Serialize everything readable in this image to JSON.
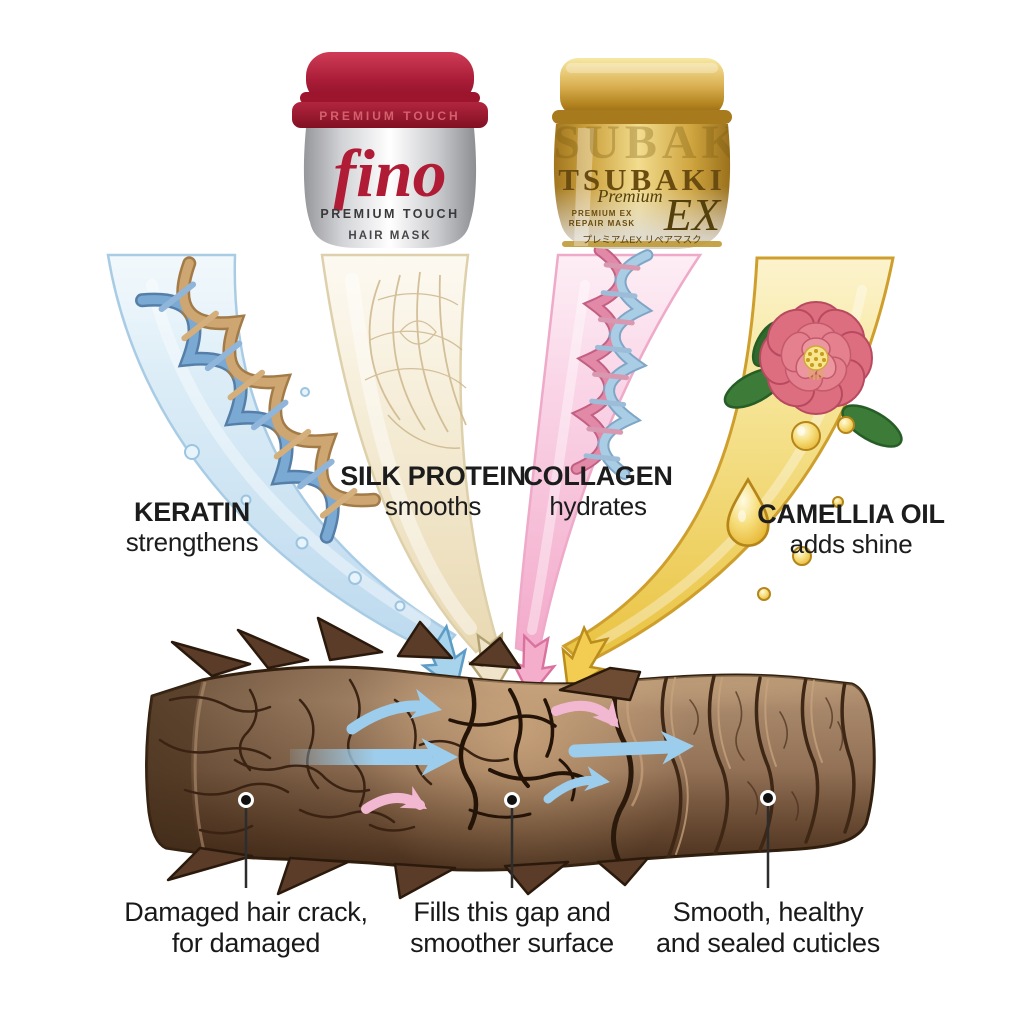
{
  "products": {
    "fino": {
      "cap_ring_text": "PREMIUM TOUCH",
      "logo": "fino",
      "subtitle": "PREMIUM TOUCH",
      "type_label": "HAIR MASK"
    },
    "tsubaki": {
      "ghost_text": "TSUBAKI",
      "brand": "TSUBAKI",
      "premium_script": "Premium",
      "ex_label": "EX",
      "small_line1": "PREMIUM EX",
      "small_line2": "REPAIR MASK",
      "jp_line": "プレミアムEX リペアマスク"
    }
  },
  "ingredients": [
    {
      "name": "KERATIN",
      "benefit": "strengthens",
      "icon": "dna-helix-icon",
      "stream_color": "#bcd9ee"
    },
    {
      "name": "SILK PROTEIN",
      "benefit": "smooths",
      "icon": "silk-fiber-icon",
      "stream_color": "#ecdcb8"
    },
    {
      "name": "COLLAGEN",
      "benefit": "hydrates",
      "icon": "collagen-helix-icon",
      "stream_color": "#f5b3cf"
    },
    {
      "name": "CAMELLIA OIL",
      "benefit": "adds shine",
      "icon": "camellia-flower-icon",
      "stream_color": "#edc94e"
    }
  ],
  "hair_callouts": [
    {
      "line1": "Damaged hair crack,",
      "line2": "for damaged"
    },
    {
      "line1": "Fills this gap and",
      "line2": "smoother surface"
    },
    {
      "line1": "Smooth, healthy",
      "line2": "and sealed cuticles"
    }
  ],
  "colors": {
    "background": "#ffffff",
    "fino_red": "#b01c36",
    "tsubaki_gold": "#c9a23c",
    "keratin_blue": "#a8d3ec",
    "silk_cream": "#efe4ca",
    "collagen_pink": "#f4aecb",
    "camellia_gold": "#f3cd52",
    "hair_brown_dark": "#5a3c26",
    "hair_brown_light": "#c9a47e",
    "text": "#1c1c1c"
  }
}
